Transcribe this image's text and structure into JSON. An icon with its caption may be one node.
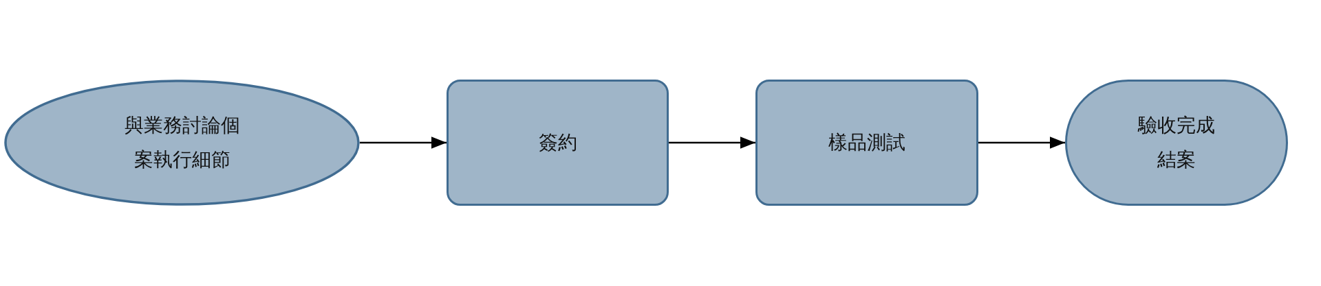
{
  "diagram": {
    "nodes": [
      {
        "text": [
          "與業務討論個案執行細節"
        ]
      },
      {
        "text": [
          "簽約"
        ]
      },
      {
        "text": [
          "樣品測試"
        ]
      },
      {
        "text": [
          "驗收完成結案"
        ]
      }
    ],
    "edges": [
      {
        "from": 0,
        "to": 1,
        "arrow": "to"
      },
      {
        "from": 1,
        "to": 2,
        "arrow": "to"
      },
      {
        "from": 2,
        "to": 3,
        "arrow": "to"
      }
    ]
  }
}
